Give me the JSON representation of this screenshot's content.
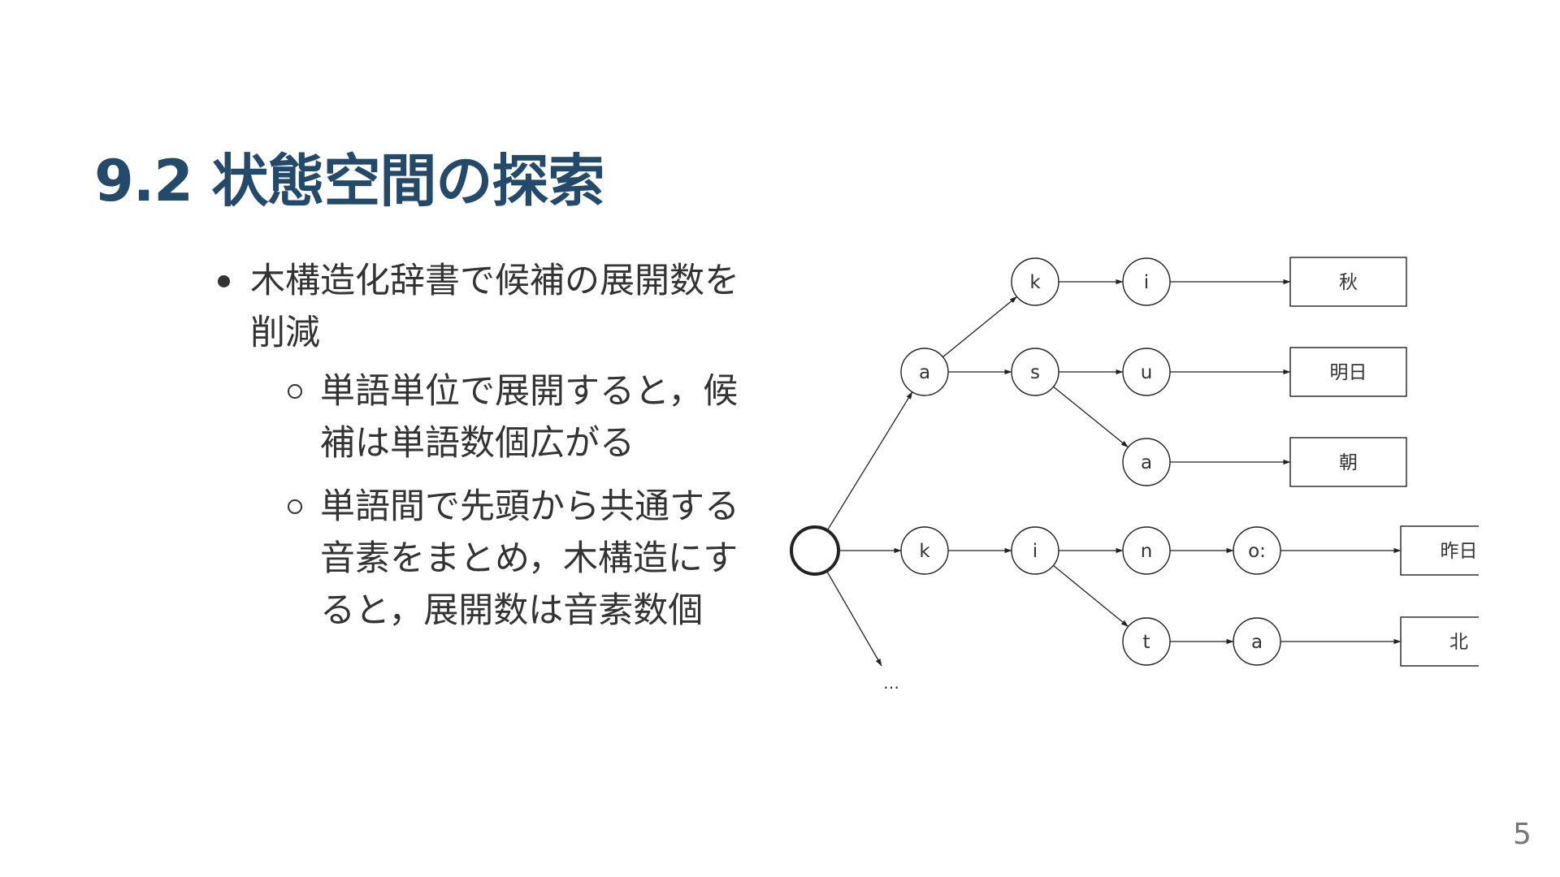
{
  "slide": {
    "title": "9.2 状態空間の探索",
    "page_number": "5"
  },
  "bullets": [
    {
      "text": "木構造化辞書で候補の展開数を削減",
      "children": [
        {
          "text": "単語単位で展開すると，候補は単語数個広がる"
        },
        {
          "text": "単語間で先頭から共通する音素をまとめ，木構造にすると，展開数は音素数個"
        }
      ]
    }
  ],
  "diagram": {
    "nodes": [
      {
        "id": "root",
        "label": ""
      },
      {
        "id": "a1",
        "label": "a"
      },
      {
        "id": "k1",
        "label": "k"
      },
      {
        "id": "i1",
        "label": "i"
      },
      {
        "id": "s1",
        "label": "s"
      },
      {
        "id": "u1",
        "label": "u"
      },
      {
        "id": "a2",
        "label": "a"
      },
      {
        "id": "k2",
        "label": "k"
      },
      {
        "id": "i2",
        "label": "i"
      },
      {
        "id": "n1",
        "label": "n"
      },
      {
        "id": "o1",
        "label": "o:"
      },
      {
        "id": "t1",
        "label": "t"
      },
      {
        "id": "a3",
        "label": "a"
      }
    ],
    "words": [
      {
        "id": "w_aki",
        "label": "秋"
      },
      {
        "id": "w_asu",
        "label": "明日"
      },
      {
        "id": "w_asa",
        "label": "朝"
      },
      {
        "id": "w_kinou",
        "label": "昨日"
      },
      {
        "id": "w_kita",
        "label": "北"
      }
    ],
    "edges": [
      [
        "root",
        "a1"
      ],
      [
        "a1",
        "k1"
      ],
      [
        "k1",
        "i1"
      ],
      [
        "i1",
        "w_aki"
      ],
      [
        "a1",
        "s1"
      ],
      [
        "s1",
        "u1"
      ],
      [
        "u1",
        "w_asu"
      ],
      [
        "s1",
        "a2"
      ],
      [
        "a2",
        "w_asa"
      ],
      [
        "root",
        "k2"
      ],
      [
        "k2",
        "i2"
      ],
      [
        "i2",
        "n1"
      ],
      [
        "n1",
        "o1"
      ],
      [
        "o1",
        "w_kinou"
      ],
      [
        "i2",
        "t1"
      ],
      [
        "t1",
        "a3"
      ],
      [
        "a3",
        "w_kita"
      ],
      [
        "root",
        "more"
      ]
    ],
    "ellipsis": "…"
  }
}
